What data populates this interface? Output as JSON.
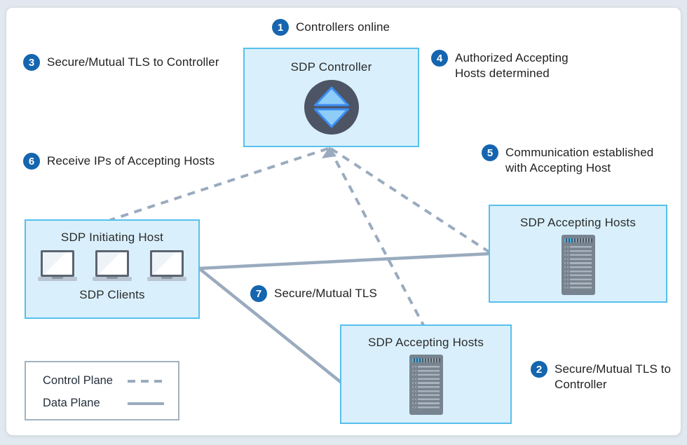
{
  "nodes": {
    "controller": {
      "label": "SDP Controller"
    },
    "initiating_host": {
      "label": "SDP Initiating Host",
      "clients_label": "SDP Clients"
    },
    "accepting_hosts_right": {
      "label": "SDP Accepting Hosts"
    },
    "accepting_hosts_bottom": {
      "label": "SDP Accepting Hosts"
    }
  },
  "steps": {
    "s1": {
      "num": "1",
      "text": "Controllers online"
    },
    "s2": {
      "num": "2",
      "text": "Secure/Mutual TLS to Controller"
    },
    "s3": {
      "num": "3",
      "text": "Secure/Mutual TLS to Controller"
    },
    "s4": {
      "num": "4",
      "text": "Authorized Accepting Hosts determined"
    },
    "s5": {
      "num": "5",
      "text": "Communication established with Accepting Host"
    },
    "s6": {
      "num": "6",
      "text": "Receive IPs of Accepting Hosts"
    },
    "s7": {
      "num": "7",
      "text": "Secure/Mutual TLS"
    }
  },
  "legend": {
    "control_plane_label": "Control Plane",
    "data_plane_label": "Data Plane"
  },
  "colors": {
    "box_fill": "#d9f0fc",
    "box_border": "#56c0ec",
    "badge_blue": "#1565af",
    "line_gray_blue": "#9aabbe",
    "controller_icon_circle": "#4d5464",
    "controller_icon_triangle_fill": "#8ecdf8",
    "controller_icon_triangle_stroke": "#3d8df2",
    "text": "#222222"
  }
}
